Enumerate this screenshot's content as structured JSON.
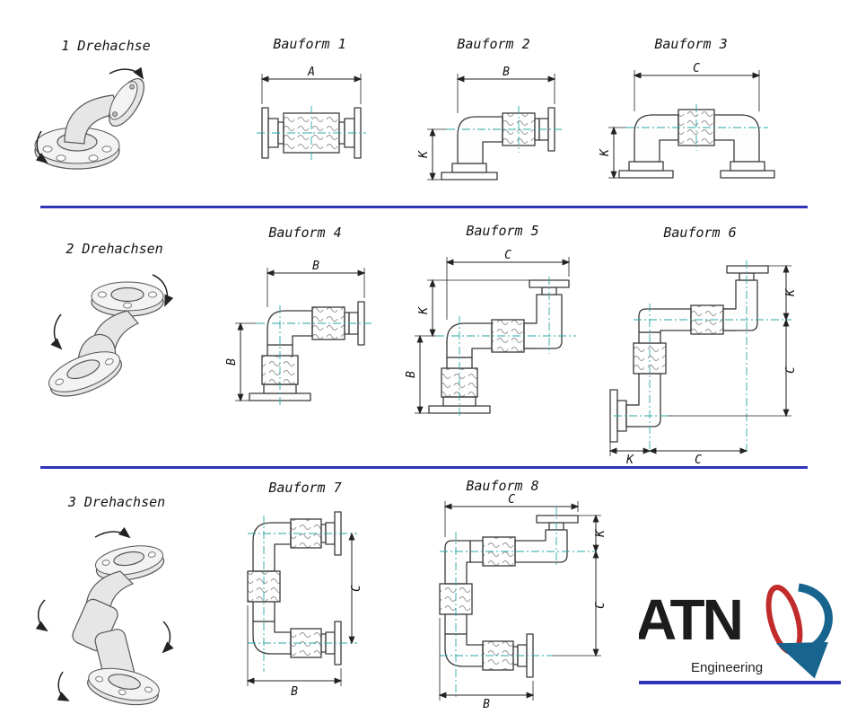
{
  "rows": [
    {
      "axis_label": "1 Drehachse",
      "bauforms": [
        {
          "title": "Bauform 1",
          "dims": {
            "top": "A"
          }
        },
        {
          "title": "Bauform 2",
          "dims": {
            "top": "B",
            "left": "K"
          }
        },
        {
          "title": "Bauform 3",
          "dims": {
            "top": "C",
            "left": "K"
          }
        }
      ]
    },
    {
      "axis_label": "2 Drehachsen",
      "bauforms": [
        {
          "title": "Bauform 4",
          "dims": {
            "top": "B",
            "left": "B"
          }
        },
        {
          "title": "Bauform 5",
          "dims": {
            "top": "C",
            "upper_left": "K",
            "left": "B"
          }
        },
        {
          "title": "Bauform 6",
          "dims": {
            "upper_right": "K",
            "right": "C",
            "bottom_left": "K",
            "bottom": "C"
          }
        }
      ]
    },
    {
      "axis_label": "3 Drehachsen",
      "bauforms": [
        {
          "title": "Bauform 7",
          "dims": {
            "right": "C",
            "bottom": "B"
          }
        },
        {
          "title": "Bauform 8",
          "dims": {
            "top": "C",
            "upper_right": "K",
            "right": "C",
            "bottom": "B"
          }
        }
      ]
    }
  ],
  "logo": {
    "name": "ATN",
    "subtitle": "Engineering"
  },
  "colors": {
    "divider_blue": "#2e35b7",
    "centerline_teal": "#2aa8a8",
    "logo_red": "#c22b2b",
    "logo_blue": "#17648f"
  }
}
